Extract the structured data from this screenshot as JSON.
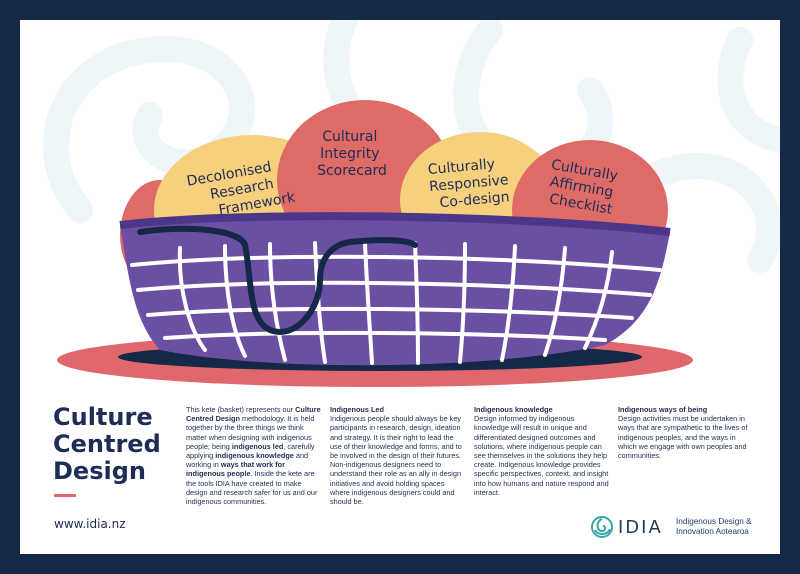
{
  "eggs": [
    {
      "name": "Decolonised Research Framework",
      "lines": [
        "Decolonised",
        "Research",
        "Framework"
      ]
    },
    {
      "name": "Cultural Integrity Scorecard",
      "lines": [
        "Cultural",
        "Integrity",
        "Scorecard"
      ]
    },
    {
      "name": "Culturally Responsive Co-design",
      "lines": [
        "Culturally",
        "Responsive",
        "Co-design"
      ]
    },
    {
      "name": "Culturally Affirming Checklist",
      "lines": [
        "Culturally",
        "Affirming",
        "Checklist"
      ]
    }
  ],
  "title": {
    "line1": "Culture",
    "line2": "Centred",
    "line3": "Design"
  },
  "website": "www.idia.nz",
  "intro": {
    "t1": "This kete (basket) represents our ",
    "b1": "Culture Centred Design",
    "t2": " methodology. It is held together by the three things we think matter when designing with indigenous people; being ",
    "b2": "indigenous led",
    "t3": ", carefully applying ",
    "b3": "indigenous knowledge",
    "t4": " and working in ",
    "b4": "ways that work for indigenous people",
    "t5": ". Inside the kete are the tools IDIA have created to make design and research safer for us and our indigenous communities."
  },
  "columns": [
    {
      "heading": "Indigenous Led",
      "body": "Indigenous people should always be key participants in research, design, ideation and strategy. It is their right to lead the use of their knowledge and forms, and to be involved in the design of their futures. Non-indigenous designers need to understand their role as an ally in design initiatives and avoid holding spaces where indigenous designers could and should be."
    },
    {
      "heading": "Indigenous knowledge",
      "body": "Design informed by indigenous knowledge will result in unique and differentiated designed outcomes and solutions, where indigenous people can see themselves in the solutions they help create. Indigenous knowledge provides specific perspectives, context, and insight into how humans and nature respond and interact."
    },
    {
      "heading": "Indigenous ways of being",
      "body": "Design activities must be undertaken in ways that are sympathetic to the lives of indigenous peoples, and the ways in which we engage with own peoples and communities."
    }
  ],
  "logo": {
    "name": "IDIA",
    "tagline_1": "Indigenous Design &",
    "tagline_2": "Innovation Aotearoa"
  },
  "colors": {
    "navy": "#152847",
    "basket_purple": "#6b4fa3",
    "coral": "#e0676c",
    "egg_yellow": "#f6d07c",
    "egg_coral": "#de6b66",
    "teal_logo": "#3aa3a8",
    "swirl": "#eef6f9"
  }
}
